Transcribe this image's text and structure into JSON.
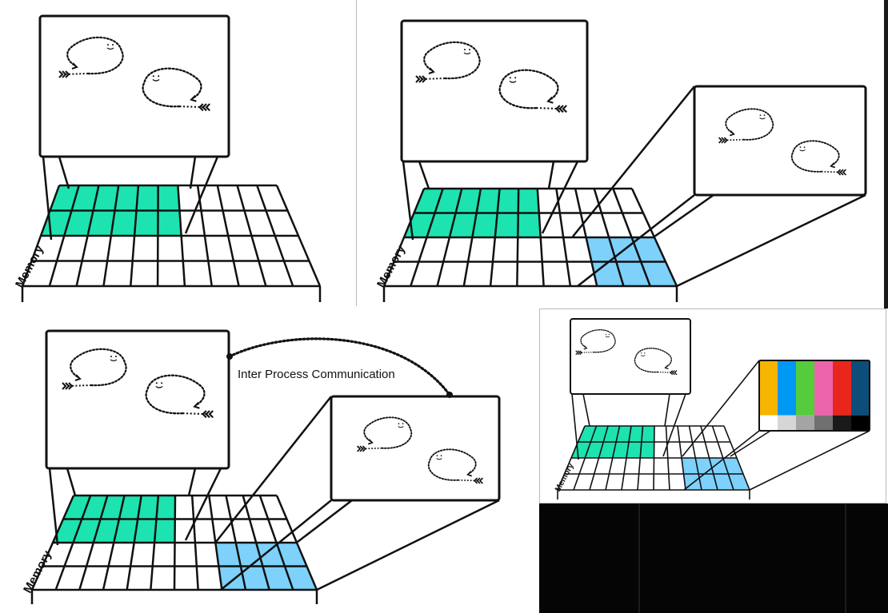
{
  "labels": {
    "memory": "Memory",
    "ipc": "Inter Process Communication"
  },
  "colors": {
    "process_a_memory": "#1de3b0",
    "process_b_memory": "#7dd1fb",
    "screen_bars": [
      "#f7b500",
      "#0098f5",
      "#55cc3c",
      "#ec64a9",
      "#e8261b",
      "#0d4d7a"
    ],
    "screen_greys": [
      "#ffffff",
      "#d6d6d6",
      "#a4a4a4",
      "#707070",
      "#1a1a1a",
      "#000000"
    ]
  },
  "panels": [
    {
      "id": "single-process"
    },
    {
      "id": "two-processes"
    },
    {
      "id": "ipc"
    },
    {
      "id": "graphics-process"
    }
  ]
}
